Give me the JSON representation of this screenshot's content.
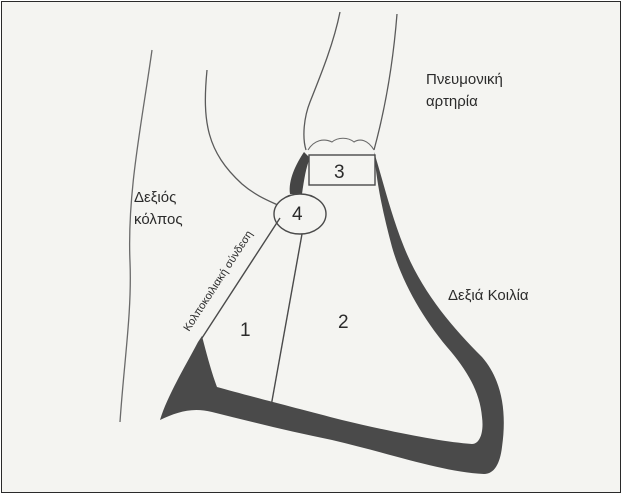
{
  "labels": {
    "right_atrium_line1": "Δεξιός",
    "right_atrium_line2": "κόλπος",
    "pulmonary_artery_line1": "Πνευμονική",
    "pulmonary_artery_line2": "αρτηρία",
    "right_ventricle": "Δεξιά Κοιλία",
    "av_junction": "Κολποκοιλιακή σύνδεση"
  },
  "regions": {
    "r1": "1",
    "r2": "2",
    "r3": "3",
    "r4": "4"
  }
}
